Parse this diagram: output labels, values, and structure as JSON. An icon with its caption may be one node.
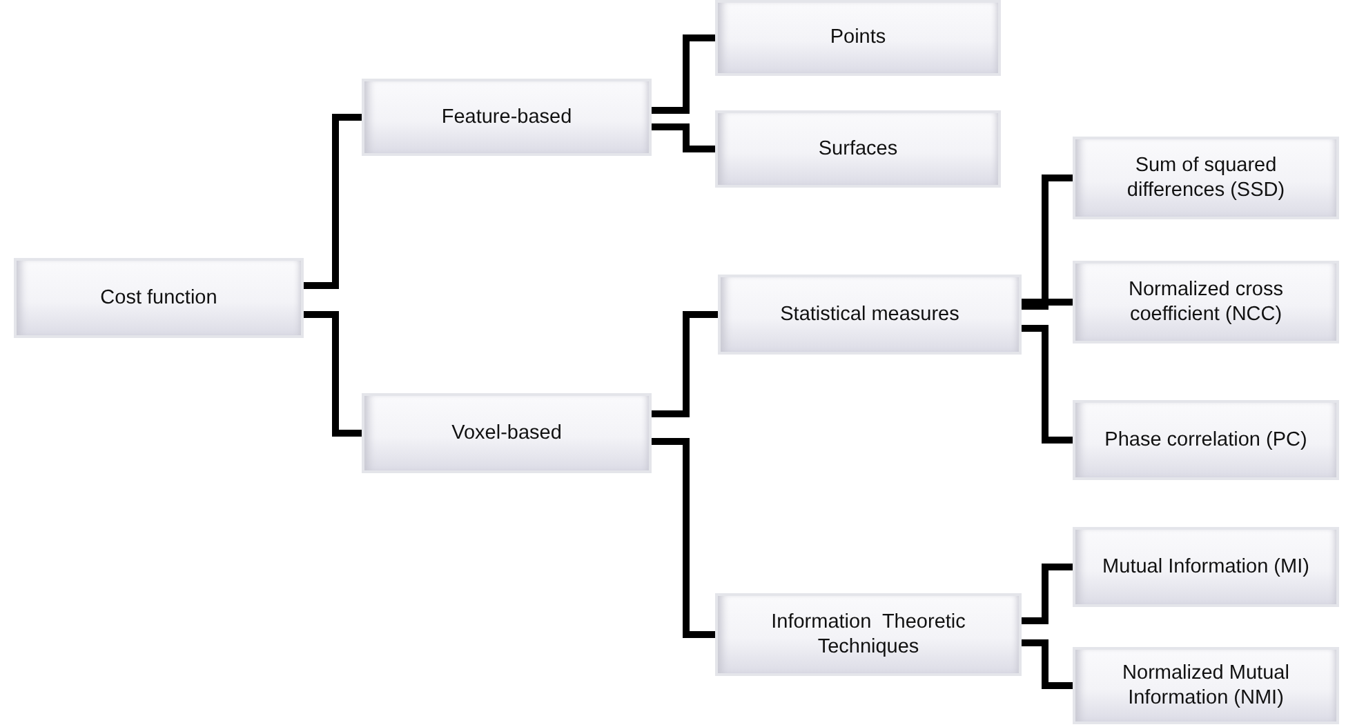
{
  "diagram": {
    "nodes": [
      {
        "text": [
          "Cost function"
        ]
      },
      {
        "text": [
          "Feature-based"
        ]
      },
      {
        "text": [
          "Points"
        ]
      },
      {
        "text": [
          "Surfaces"
        ]
      },
      {
        "text": [
          "Voxel-based"
        ]
      },
      {
        "text": [
          "Statistical measures"
        ]
      },
      {
        "text": [
          "Information  Theoretic Techniques"
        ]
      },
      {
        "text": [
          "Sum of squared differences (SSD)"
        ]
      },
      {
        "text": [
          "Normalized cross coefficient (NCC)"
        ]
      },
      {
        "text": [
          "Phase correlation (PC)"
        ]
      },
      {
        "text": [
          "Mutual Information (MI)"
        ]
      },
      {
        "text": [
          "Normalized Mutual Information (NMI)"
        ]
      }
    ],
    "edges": [
      {
        "from": 0,
        "to": 1,
        "arrow": "none"
      },
      {
        "from": 0,
        "to": 4,
        "arrow": "none"
      },
      {
        "from": 1,
        "to": 2,
        "arrow": "none"
      },
      {
        "from": 1,
        "to": 3,
        "arrow": "none"
      },
      {
        "from": 4,
        "to": 5,
        "arrow": "none"
      },
      {
        "from": 4,
        "to": 6,
        "arrow": "none"
      },
      {
        "from": 5,
        "to": 7,
        "arrow": "none"
      },
      {
        "from": 5,
        "to": 8,
        "arrow": "none"
      },
      {
        "from": 5,
        "to": 9,
        "arrow": "none"
      },
      {
        "from": 6,
        "to": 10,
        "arrow": "none"
      },
      {
        "from": 6,
        "to": 11,
        "arrow": "none"
      }
    ]
  }
}
